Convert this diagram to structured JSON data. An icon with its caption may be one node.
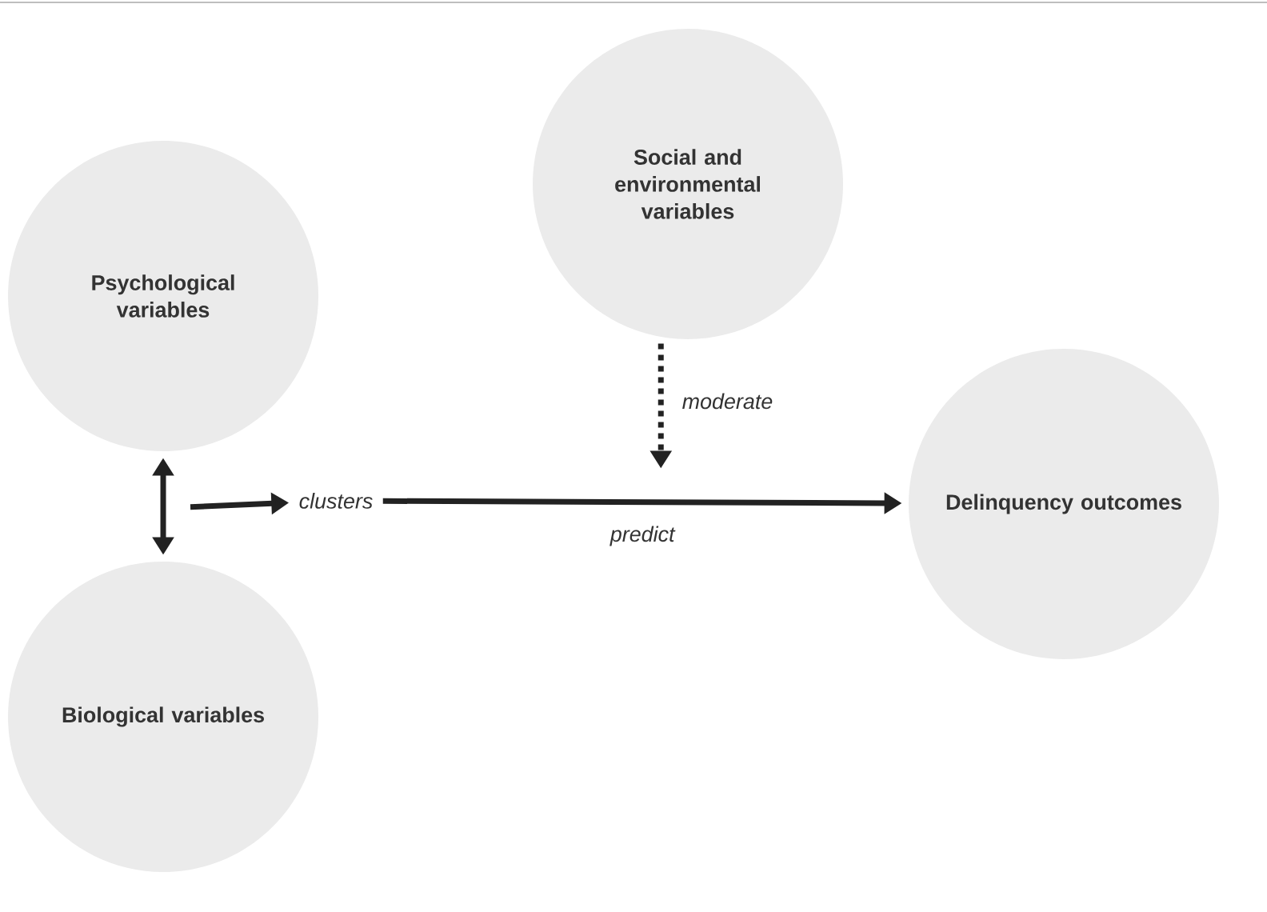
{
  "diagram": {
    "nodes": [
      {
        "text": [
          "Psychological variables"
        ]
      },
      {
        "text": [
          "Social and environmental variables"
        ]
      },
      {
        "text": [
          "Biological variables"
        ]
      },
      {
        "text": [
          "clusters"
        ]
      },
      {
        "text": [
          "Delinquency outcomes"
        ]
      }
    ],
    "edges": [
      {
        "from": 0,
        "to": 2,
        "arrow": "both"
      },
      {
        "from": null,
        "to": 3,
        "arrow": "to"
      },
      {
        "from": 3,
        "to": 4,
        "arrow": "to",
        "label": "predict"
      },
      {
        "from": 1,
        "to": null,
        "arrow": "to",
        "label": "moderate",
        "style": "dashed"
      }
    ]
  }
}
